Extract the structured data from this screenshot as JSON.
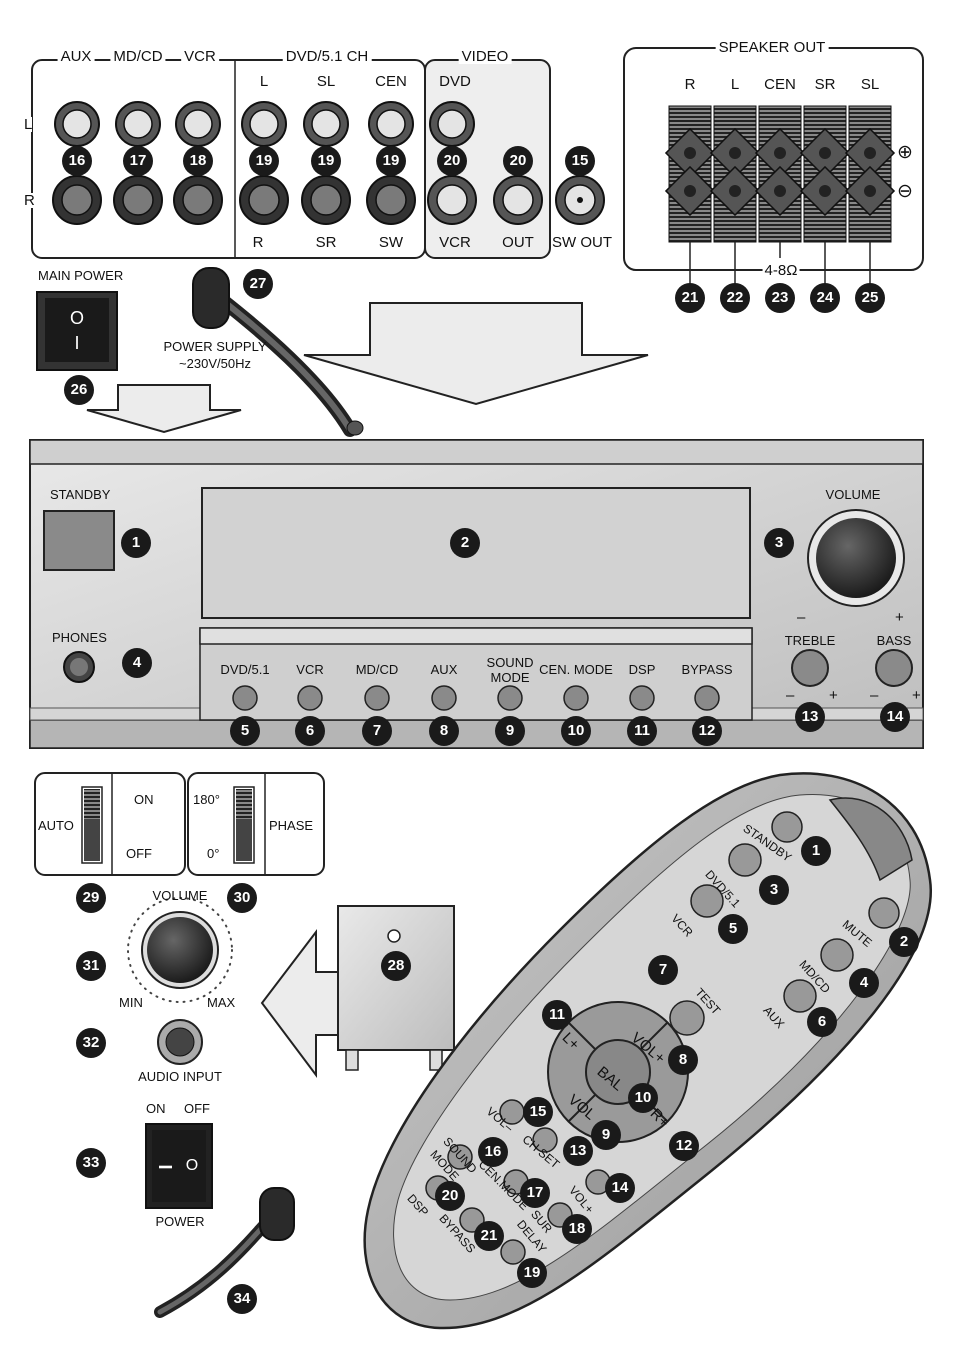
{
  "rear_panel": {
    "aux": "AUX",
    "mdcd": "MD/CD",
    "vcr": "VCR",
    "dvd51": "DVD/5.1 CH",
    "video": "VIDEO",
    "row_l": "L",
    "row_r": "R",
    "ch_l": "L",
    "ch_sl": "SL",
    "ch_cen": "CEN",
    "ch_dvd": "DVD",
    "ch_r": "R",
    "ch_sr": "SR",
    "ch_sw": "SW",
    "ch_vcr": "VCR",
    "ch_out": "OUT",
    "sw_out": "SW OUT",
    "n16": "16",
    "n17": "17",
    "n18": "18",
    "n19a": "19",
    "n19b": "19",
    "n19c": "19",
    "n20a": "20",
    "n20b": "20",
    "n15": "15"
  },
  "speaker_out": {
    "title": "SPEAKER OUT",
    "r": "R",
    "l": "L",
    "cen": "CEN",
    "sr": "SR",
    "sl": "SL",
    "plus": "⊕",
    "minus": "⊖",
    "ohm": "4-8Ω",
    "n21": "21",
    "n22": "22",
    "n23": "23",
    "n24": "24",
    "n25": "25"
  },
  "power": {
    "main_power": "MAIN POWER",
    "switch_o": "O",
    "switch_i": "I",
    "supply_line1": "POWER SUPPLY",
    "supply_line2": "~230V/50Hz",
    "n26": "26",
    "n27": "27"
  },
  "front_panel": {
    "standby": "STANDBY",
    "phones": "PHONES",
    "volume": "VOLUME",
    "vol_minus": "–",
    "vol_plus": "+",
    "treble": "TREBLE",
    "bass": "BASS",
    "tr_minus": "–",
    "tr_plus": "+",
    "ba_minus": "–",
    "ba_plus": "+",
    "btn_dvd51": "DVD/5.1",
    "btn_vcr": "VCR",
    "btn_mdcd": "MD/CD",
    "btn_aux": "AUX",
    "btn_sound1": "SOUND",
    "btn_sound2": "MODE",
    "btn_cen": "CEN. MODE",
    "btn_dsp": "DSP",
    "btn_bypass": "BYPASS",
    "n1": "1",
    "n2": "2",
    "n3": "3",
    "n4": "4",
    "n5": "5",
    "n6": "6",
    "n7": "7",
    "n8": "8",
    "n9": "9",
    "n10": "10",
    "n11": "11",
    "n12": "12",
    "n13": "13",
    "n14": "14"
  },
  "subwoofer": {
    "auto": "AUTO",
    "on": "ON",
    "off": "OFF",
    "deg180": "180°",
    "deg0": "0°",
    "phase": "PHASE",
    "volume": "VOLUME",
    "min": "MIN",
    "max": "MAX",
    "audio_input": "AUDIO INPUT",
    "pw_on": "ON",
    "pw_off": "OFF",
    "pw_sym_i": "I",
    "pw_sym_o": "O",
    "power": "POWER",
    "n28": "28",
    "n29": "29",
    "n30": "30",
    "n31": "31",
    "n32": "32",
    "n33": "33",
    "n34": "34"
  },
  "remote": {
    "standby": "STANDBY",
    "dvd51": "DVD/5.1",
    "vcr": "VCR",
    "mute": "MUTE",
    "mdcd": "MD/CD",
    "aux": "AUX",
    "test": "TEST",
    "lplus": "L+",
    "volplus": "VOL+",
    "bal": "BAL",
    "vol": "VOL",
    "rplus": "R+",
    "volminus": "VOL–",
    "chset": "CH SET",
    "volplus2": "VOL+",
    "sound1": "SOUND",
    "sound2": "MODE",
    "cenmode": "CEN.MODE",
    "dsp": "DSP",
    "bypass": "BYPASS",
    "sur1": "SUR",
    "sur2": "DELAY",
    "n1": "1",
    "n2": "2",
    "n3": "3",
    "n4": "4",
    "n5": "5",
    "n6": "6",
    "n7": "7",
    "n8": "8",
    "n9": "9",
    "n10": "10",
    "n11": "11",
    "n12": "12",
    "n13": "13",
    "n14": "14",
    "n15": "15",
    "n16": "16",
    "n17": "17",
    "n18": "18",
    "n19": "19",
    "n20": "20",
    "n21": "21"
  }
}
